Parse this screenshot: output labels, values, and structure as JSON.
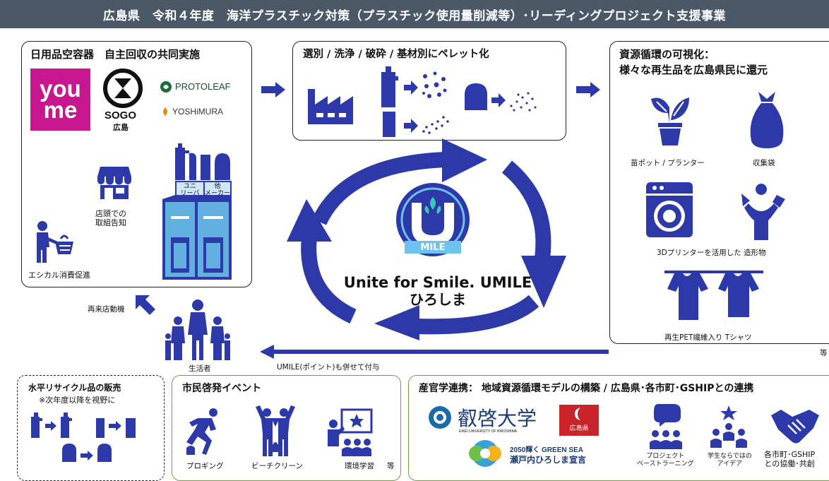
{
  "banner": "広島県　令和４年度　海洋プラスチック対策（プラスチック使用量削減等）･リーディングプロジェクト支援事業",
  "box1": {
    "title": "日用品空容器　自主回収の共同実施",
    "youme_top": "you",
    "youme_bottom": "me",
    "sogo": "SOGO",
    "sogo_sub": "広島",
    "protoleaf": "PROTOLEAF",
    "yoshimura": "YOSHiMURA",
    "store_label": "店頭での\n取組告知",
    "ethical_label": "エシカル消費促進",
    "bin_left": "ユニ\nリーバ",
    "bin_right": "他\nメーカー"
  },
  "box2": {
    "title": "選別 / 洗浄 / 破砕 / 基材別にペレット化"
  },
  "box3": {
    "title_line1": "資源循環の可視化：",
    "title_line2": "様々な再生品を広島県民に還元",
    "pot": "苗ポット / プランター",
    "bag": "収集袋",
    "printer": "3Dプリンターを活用した 造形物",
    "tshirt": "再生PET繊維入り Tシャツ",
    "etc": "等"
  },
  "center": {
    "line1": "Unite for Smile. UMILE",
    "line2": "ひろしま",
    "badge": "MILE"
  },
  "flow": {
    "revisit": "再来店動機",
    "citizen": "生活者",
    "points": "UMILE(ポイント)も併せて付与"
  },
  "box4": {
    "title": "水平リサイクル品の販売",
    "sub": "※次年度以降を視野に"
  },
  "box5": {
    "title": "市民啓発イベント",
    "plogging": "プロギング",
    "beach": "ビーチクリーン",
    "study": "環境学習",
    "etc": "等"
  },
  "box6": {
    "title": "産官学連携：  地域資源循環モデルの構築 / 広島県･各市町･GSHIPとの連携",
    "univ": "叡啓大学",
    "univ_sub": "EIKEI UNIVERSITY OF HIROSHIMA",
    "pref": "広島県",
    "gs_line1": "2050輝く GREEN SEA",
    "gs_line2": "瀬戸内ひろしま宣言",
    "pbl": "プロジェクト\nベーストラーニング",
    "idea": "学生ならではの\nアイデア",
    "collab": "各市町･GSHIP\nとの協働･共創"
  },
  "colors": {
    "accent": "#2d39a8",
    "banner": "#4b5868",
    "youme": "#c8178e",
    "green_border": "#7a9a4a"
  }
}
